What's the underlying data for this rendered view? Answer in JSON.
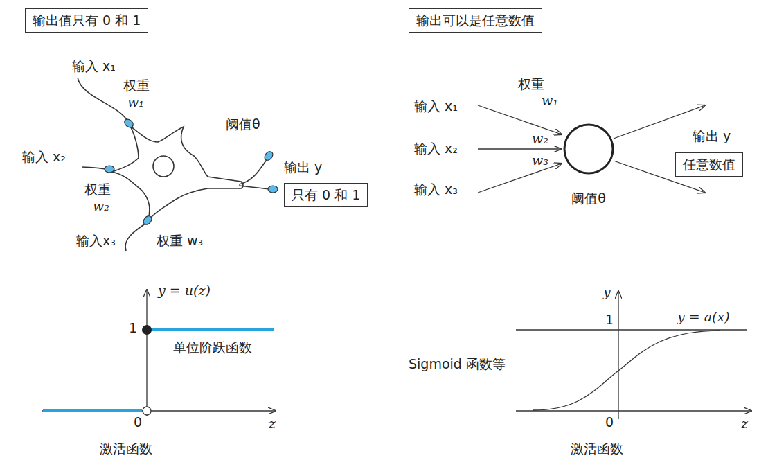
{
  "diagram": {
    "nodes": [
      {
        "text": [
          "输出值只有 0 和 1"
        ]
      },
      {
        "text": [
          "只有 0 和 1"
        ]
      },
      {
        "text": [
          "输出可以是任意数值"
        ]
      },
      {
        "text": [
          "阈值θ"
        ]
      },
      {
        "text": [
          "任意数值"
        ]
      }
    ],
    "labels": [
      "输入 x₁",
      "权重",
      "w₁",
      "阈值θ",
      "输入 x₂",
      "权重",
      "w₂",
      "输出 y",
      "输入x₃",
      "权重 w₃",
      "输入 x₁",
      "权重",
      "w₁",
      "输入 x₂",
      "w₂",
      "w₃",
      "输入 x₃",
      "输出 y",
      "y = u(z)",
      "1",
      "单位阶跃函数",
      "0",
      "z",
      "激活函数",
      "y",
      "1",
      "y = a(x)",
      "Sigmoid 函数等",
      "0",
      "z",
      "激活函数"
    ]
  }
}
